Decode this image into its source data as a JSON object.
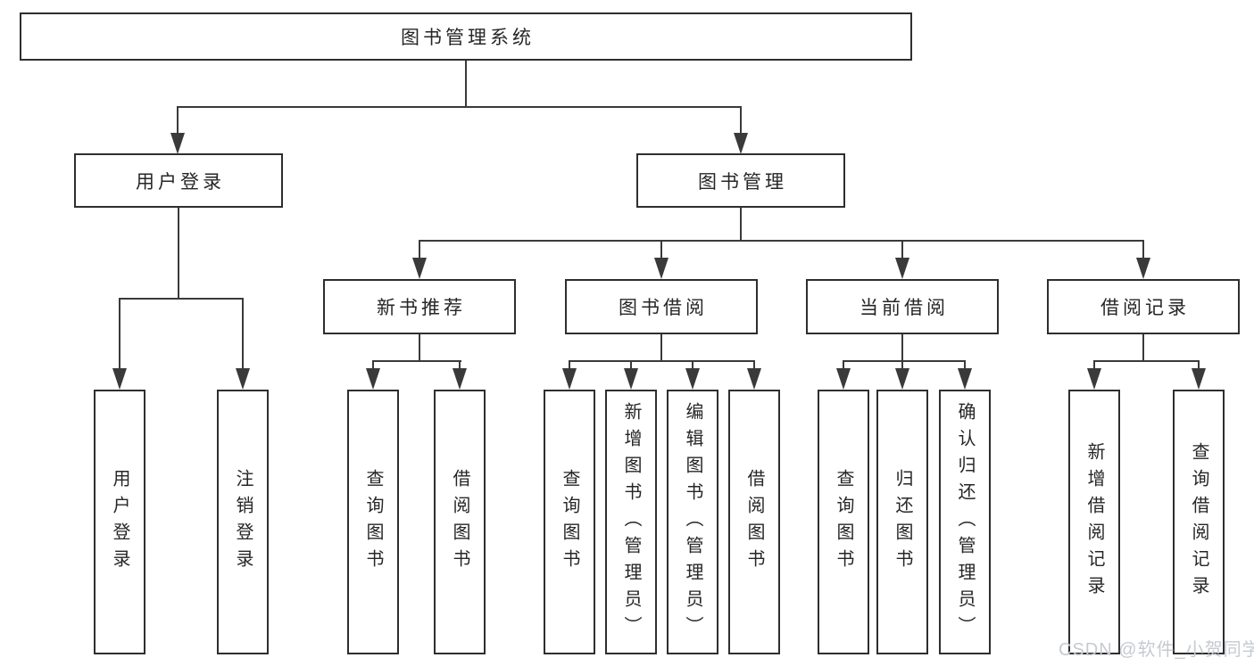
{
  "colors": {
    "background": "#ffffff",
    "box_border": "#2e2e2e",
    "box_fill": "#ffffff",
    "connector_line": "#3a3a3a",
    "text": "#262626",
    "watermark": "#c6cad0"
  },
  "tree": {
    "label": "图书管理系统",
    "children": [
      {
        "label": "用户登录",
        "children": [
          {
            "label": "用户登录"
          },
          {
            "label": "注销登录"
          }
        ]
      },
      {
        "label": "图书管理",
        "children": [
          {
            "label": "新书推荐",
            "children": [
              {
                "label": "查询图书"
              },
              {
                "label": "借阅图书"
              }
            ]
          },
          {
            "label": "图书借阅",
            "children": [
              {
                "label": "查询图书"
              },
              {
                "label": "新增图书（管理员）"
              },
              {
                "label": "编辑图书（管理员）"
              },
              {
                "label": "借阅图书"
              }
            ]
          },
          {
            "label": "当前借阅",
            "children": [
              {
                "label": "查询图书"
              },
              {
                "label": "归还图书"
              },
              {
                "label": "确认归还（管理员）"
              }
            ]
          },
          {
            "label": "借阅记录",
            "children": [
              {
                "label": "新增借阅记录"
              },
              {
                "label": "查询借阅记录"
              }
            ]
          }
        ]
      }
    ]
  },
  "watermark": {
    "text": "CSDN @软件_小贺同学"
  }
}
